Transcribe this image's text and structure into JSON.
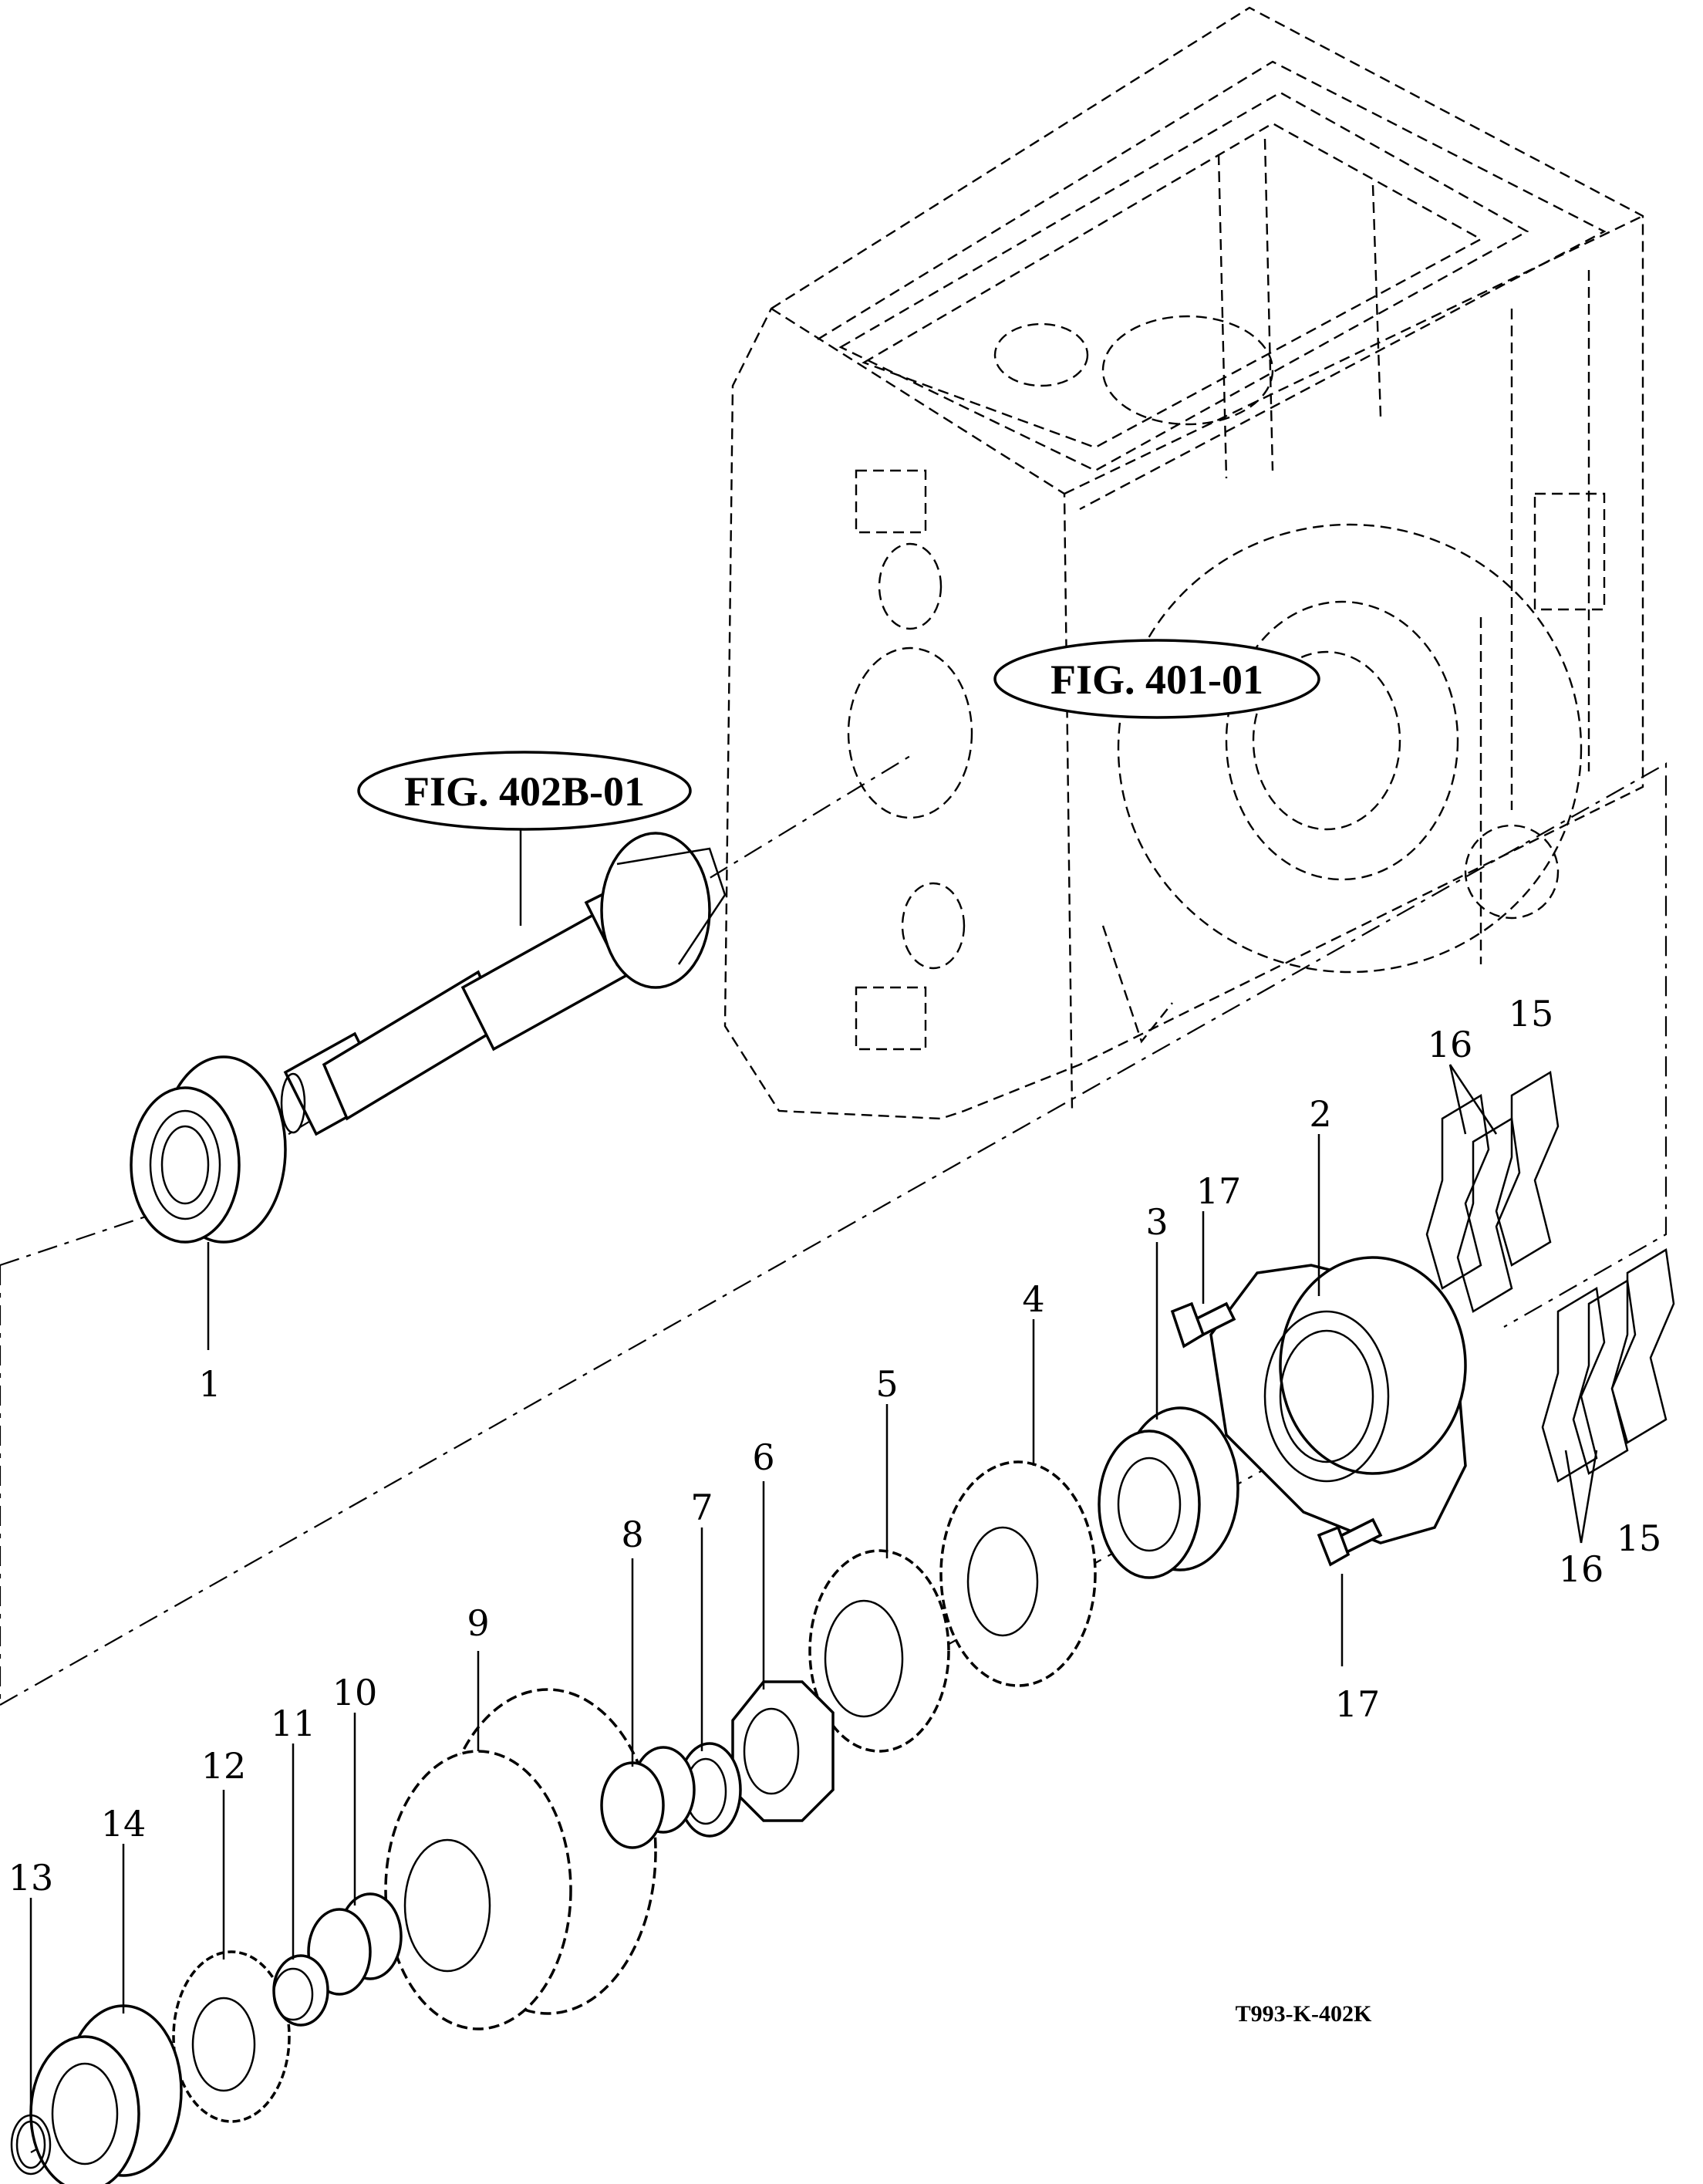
{
  "figure_refs": {
    "transmission_case": "FIG. 401-01",
    "pinion_shaft": "FIG. 402B-01"
  },
  "drawing_code": "T993-K-402K",
  "callouts": [
    {
      "id": "p1",
      "text": "1"
    },
    {
      "id": "p2",
      "text": "2"
    },
    {
      "id": "p3",
      "text": "3"
    },
    {
      "id": "p4",
      "text": "4"
    },
    {
      "id": "p5",
      "text": "5"
    },
    {
      "id": "p6",
      "text": "6"
    },
    {
      "id": "p7",
      "text": "7"
    },
    {
      "id": "p8",
      "text": "8"
    },
    {
      "id": "p9",
      "text": "9"
    },
    {
      "id": "p10",
      "text": "10"
    },
    {
      "id": "p11",
      "text": "11"
    },
    {
      "id": "p12",
      "text": "12"
    },
    {
      "id": "p13",
      "text": "13"
    },
    {
      "id": "p14",
      "text": "14"
    },
    {
      "id": "p15a",
      "text": "15"
    },
    {
      "id": "p15b",
      "text": "15"
    },
    {
      "id": "p16a",
      "text": "16"
    },
    {
      "id": "p16b",
      "text": "16"
    },
    {
      "id": "p17a",
      "text": "17"
    },
    {
      "id": "p17b",
      "text": "17"
    }
  ]
}
